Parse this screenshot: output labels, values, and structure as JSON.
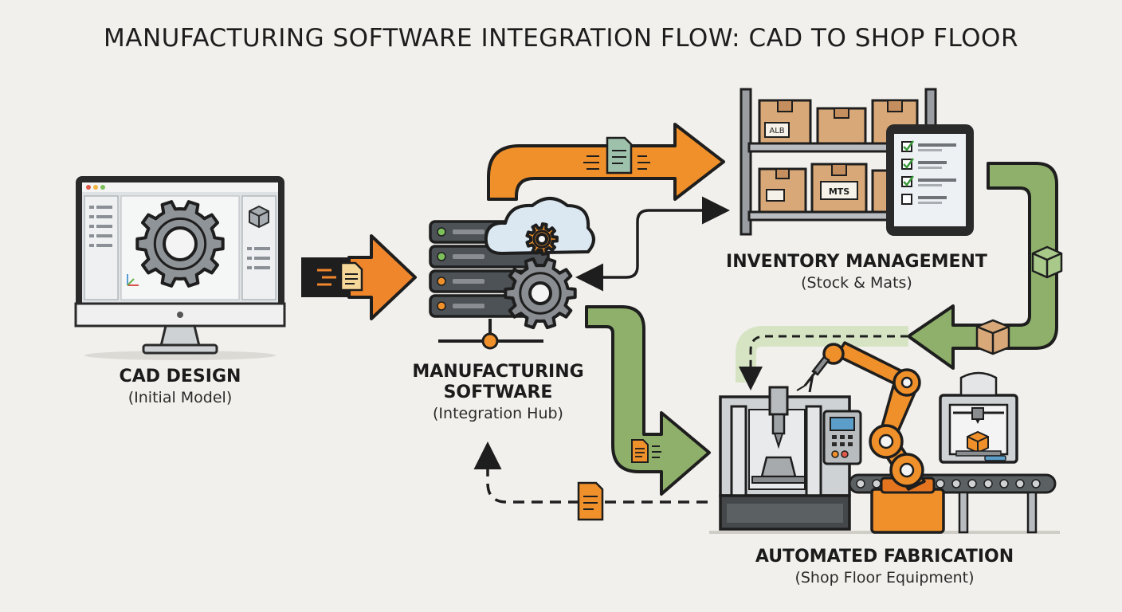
{
  "title": "MANUFACTURING SOFTWARE INTEGRATION FLOW: CAD TO SHOP FLOOR",
  "nodes": {
    "cad": {
      "label": "CAD DESIGN",
      "sublabel": "(Initial Model)"
    },
    "software": {
      "label_line1": "MANUFACTURING",
      "label_line2": "SOFTWARE",
      "sublabel": "(Integration Hub)"
    },
    "inventory": {
      "label": "INVENTORY MANAGEMENT",
      "sublabel": "(Stock & Mats)"
    },
    "fabrication": {
      "label": "AUTOMATED FABRICATION",
      "sublabel": "(Shop Floor Equipment)"
    }
  },
  "box_labels": {
    "box_a": "ALB",
    "box_b": "MTS"
  },
  "colors": {
    "orange": "#f0902a",
    "orange_dark": "#e5741f",
    "green": "#8fb06a",
    "green_light": "#d6e4c4",
    "outline": "#2b2b2b",
    "gray": "#8a8d90",
    "background": "#f1f0ec"
  },
  "icons": [
    "monitor-icon",
    "gear-icon",
    "server-icon",
    "cloud-icon",
    "document-icon",
    "box-icon",
    "tablet-checklist-icon",
    "robot-arm-icon",
    "cnc-machine-icon",
    "3d-printer-icon",
    "conveyor-icon"
  ]
}
